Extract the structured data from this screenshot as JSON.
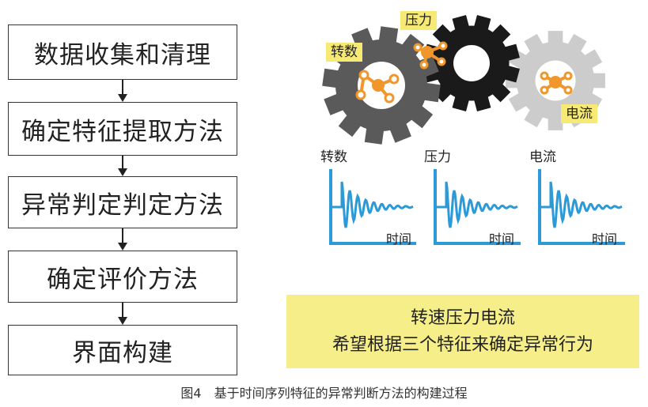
{
  "flow_steps": [
    {
      "label": "数据收集和清理"
    },
    {
      "label": "确定特征提取方法"
    },
    {
      "label": "异常判定判定方法"
    },
    {
      "label": "确定评价方法"
    },
    {
      "label": "界面构建"
    }
  ],
  "gears": {
    "labels": {
      "speed": "转数",
      "pressure": "压力",
      "current": "电流"
    },
    "colors": {
      "dark_gray": "#5a5a5a",
      "black": "#1a1a1a",
      "light_gray": "#cccccc",
      "orange": "#f0962a"
    }
  },
  "plots": [
    {
      "title": "转数",
      "xlabel": "时间"
    },
    {
      "title": "压力",
      "xlabel": "时间"
    },
    {
      "title": "电流",
      "xlabel": "时间"
    }
  ],
  "plot_color": "#2b9ad6",
  "summary": {
    "line1": "转速压力电流",
    "line2": "希望根据三个特征来确定异常行为"
  },
  "caption": "图4　基于时间序列特征的异常判断方法的构建过程"
}
